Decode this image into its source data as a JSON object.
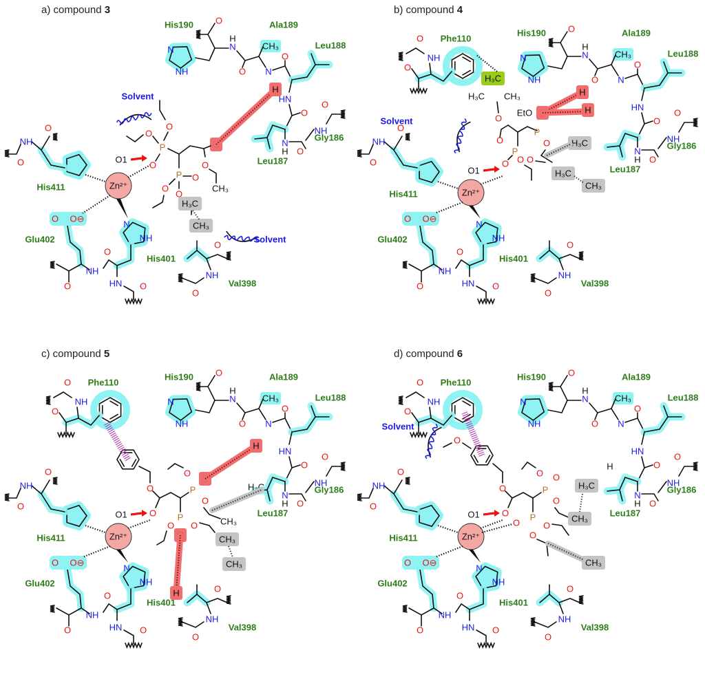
{
  "figure": {
    "panels": [
      {
        "id": "a",
        "title_prefix": "a) compound ",
        "title_number": "3",
        "residues": [
          "His190",
          "Ala189",
          "Leu188",
          "Gly186",
          "Leu187",
          "His411",
          "Glu402",
          "His401",
          "Val398"
        ],
        "solvent_labels": [
          "Solvent",
          "Solvent"
        ],
        "metal": "Zn2+",
        "o1_label": "O1",
        "interactions": {
          "h_bonds": [
            "Ala189 N-H ··· ester C=O"
          ],
          "hydrophobic": [
            "Val398 CH3 ··· ligand H3C"
          ],
          "pi_stacking": []
        }
      },
      {
        "id": "b",
        "title_prefix": "b) compound ",
        "title_number": "4",
        "residues": [
          "Phe110",
          "His190",
          "Ala189",
          "Leu188",
          "Gly186",
          "Leu187",
          "His411",
          "Glu402",
          "His401",
          "Val398"
        ],
        "solvent_labels": [
          "Solvent"
        ],
        "metal": "Zn2+",
        "o1_label": "O1",
        "ligand_text": [
          "H3C",
          "H3C",
          "CH3",
          "EtO"
        ],
        "interactions": {
          "h_bonds": [
            "Ala189 N-H ··· P=O",
            "Leu188 N-H ··· P=O"
          ],
          "hydrophobic": [
            "Phe110 ··· tBu H3C",
            "Leu187 H3C ··· ethyl",
            "Val398 CH3 ··· H3C"
          ],
          "pi_stacking": []
        }
      },
      {
        "id": "c",
        "title_prefix": "c) compound ",
        "title_number": "5",
        "residues": [
          "Phe110",
          "His190",
          "Ala189",
          "Leu188",
          "Gly186",
          "Leu187",
          "His411",
          "Glu402",
          "His401",
          "Val398"
        ],
        "solvent_labels": [],
        "metal": "Zn2+",
        "o1_label": "O1",
        "interactions": {
          "h_bonds": [
            "Ala189 N-H ··· P=O",
            "His401 N-H ··· P=O"
          ],
          "hydrophobic": [
            "Leu187 H3C ··· ethyl",
            "Val398 CH3 ··· CH3"
          ],
          "pi_stacking": [
            "Phe110 ··· benzyl"
          ]
        }
      },
      {
        "id": "d",
        "title_prefix": "d) compound ",
        "title_number": "6",
        "residues": [
          "Phe110",
          "His190",
          "Ala189",
          "Leu188",
          "Gly186",
          "Leu187",
          "His411",
          "Glu402",
          "His401",
          "Val398"
        ],
        "solvent_labels": [
          "Solvent"
        ],
        "metal": "Zn2+",
        "o1_label": "O1",
        "interactions": {
          "h_bonds": [],
          "hydrophobic": [
            "Leu187 H3C ··· CH3",
            "Val398 CH3 ··· isopropyl"
          ],
          "pi_stacking": [
            "Phe110 ··· methoxybenzyl"
          ]
        }
      }
    ],
    "atom_labels": {
      "O": "O",
      "N": "N",
      "H": "H",
      "NH": "NH",
      "HN": "HN",
      "P": "P",
      "CH3": "CH₃",
      "H3C": "H₃C",
      "zn": "Zn²⁺",
      "Ominus": "O⊖",
      "EtO": "EtO"
    },
    "colors": {
      "residue_label": "#2e7d1a",
      "solvent_label": "#1a1ae6",
      "oxygen": "#ee1111",
      "nitrogen": "#1a1ae6",
      "phosphorus": "#b8732a",
      "hydrophobic_highlight": "#8ff3f3",
      "h_bond": "#f26d6d",
      "vdw_contact": "#c4c4c4",
      "pi_stack": "#b02aa8",
      "phe_methyl_highlight": "#9acd1a",
      "zinc": "#f4a7a3"
    }
  }
}
